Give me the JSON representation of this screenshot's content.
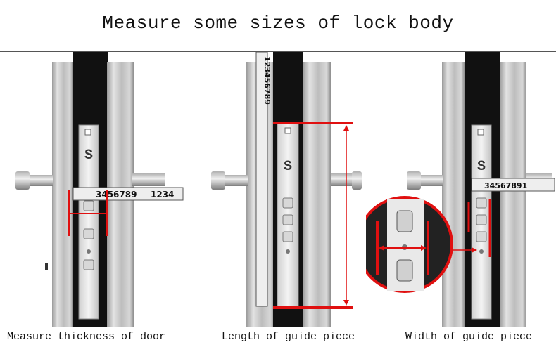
{
  "title": "Measure some sizes of lock body",
  "panels": [
    {
      "caption": "Measure thickness of door",
      "tape_digits": "3456789",
      "tape_digits_extra": "1234",
      "guide_mark": "S"
    },
    {
      "caption": "Length of guide piece",
      "tape_digits": "123456789",
      "guide_mark": "S"
    },
    {
      "caption": "Width of guide piece",
      "tape_digits": "34567891",
      "guide_mark": "S"
    }
  ],
  "colors": {
    "measure_line": "#e01010",
    "door_edge": "#111111",
    "steel": "#c9c9c9",
    "tape": "#eeeeee"
  }
}
